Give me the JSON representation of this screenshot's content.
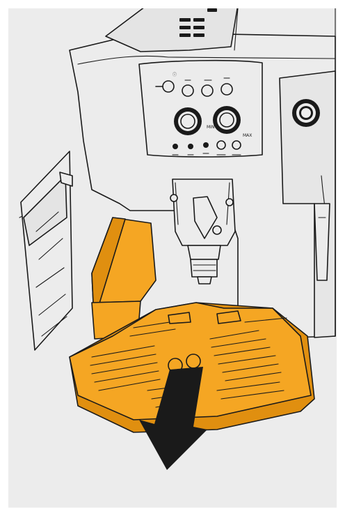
{
  "figure": {
    "colors": {
      "background": "#ececec",
      "machine_body": "#ececec",
      "drip_tray": "#f5a623",
      "drip_tray_shade": "#e08f10",
      "outline": "#1a1a1a",
      "arrow": "#1a1a1a"
    },
    "control_panel": {
      "top_buttons": [
        "power-button",
        "one-cup-button",
        "two-cups-button",
        "steam-button"
      ],
      "dials": [
        "aroma-dial",
        "quantity-dial"
      ],
      "indicator_lights": [
        "descale-light",
        "water-tank-light",
        "alarm-light"
      ],
      "lower_buttons": [
        "rinse-button",
        "hot-water-button"
      ],
      "min_label": "MIN",
      "max_label": "MAX",
      "side_knob": "steam-knob"
    },
    "icons": {
      "arrow": "down-arrow-icon",
      "power": "power-icon"
    }
  }
}
